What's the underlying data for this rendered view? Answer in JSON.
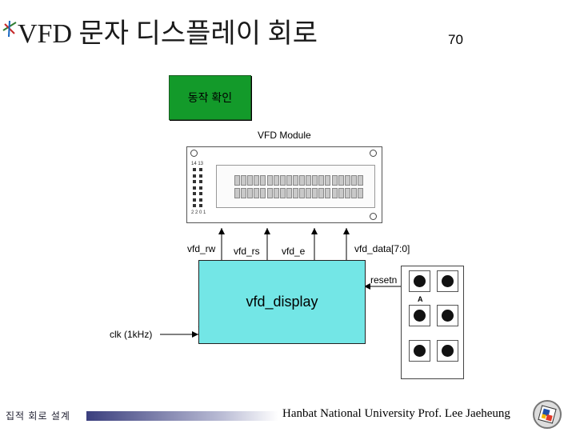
{
  "slide": {
    "title": "VFD 문자 디스플레이 회로",
    "page_number": "70"
  },
  "button": {
    "label": "동작 확인"
  },
  "diagram": {
    "module_label": "VFD Module",
    "module_text_top": "14 13",
    "module_text_bottom": "2  2 0 1",
    "signals": [
      "vfd_rw",
      "vfd_rs",
      "vfd_e",
      "vfd_data[7:0]"
    ],
    "resetn_label": "resetn",
    "block_label": "vfd_display",
    "clock_label": "clk (1kHz)",
    "keypad_key_label": "A"
  },
  "footer": {
    "left_text": "집적 회로 설계",
    "right_text": "Hanbat National University Prof. Lee Jaeheung"
  },
  "colors": {
    "button_green": "#139a2a",
    "block_cyan": "#73e6e6",
    "footer_bar": "#3b3f7e"
  }
}
